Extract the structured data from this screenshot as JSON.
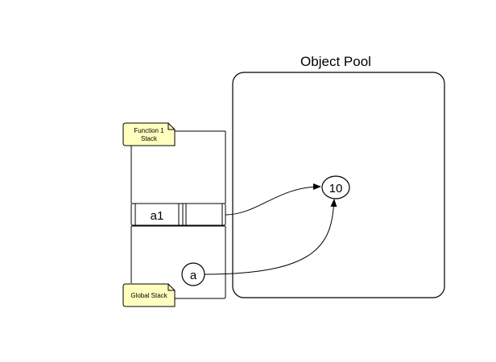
{
  "object_pool": {
    "title": "Object Pool",
    "objects": [
      {
        "label": "10"
      }
    ]
  },
  "function_stack": {
    "note": [
      "Function 1",
      "Stack"
    ],
    "variables": [
      {
        "label": "a1"
      }
    ]
  },
  "global_stack": {
    "note": "Global Stack",
    "variables": [
      {
        "label": "a"
      }
    ]
  },
  "references": [
    {
      "from": "a1",
      "to": "10"
    },
    {
      "from": "a",
      "to": "10"
    }
  ],
  "colors": {
    "note_fill": "#ffffbf",
    "note_stroke": "#000000",
    "line": "#000000"
  }
}
